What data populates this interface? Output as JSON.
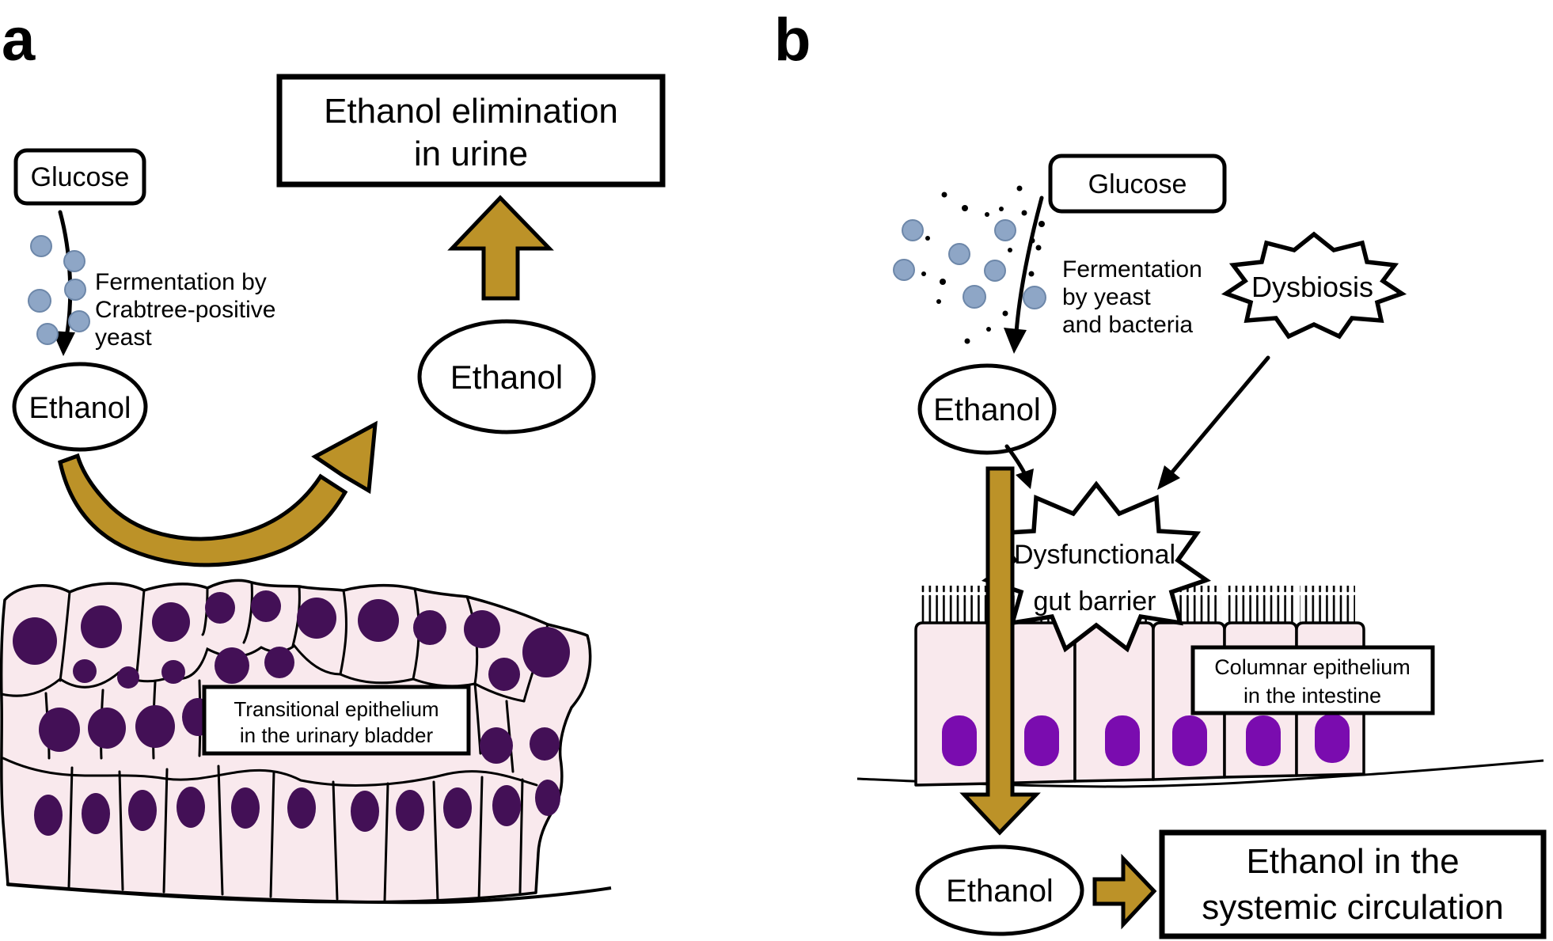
{
  "colors": {
    "gold": "#bc9228",
    "cell_fill": "#f9e9ed",
    "nucleus_a": "#431056",
    "nucleus_b": "#7a0caf",
    "glucose_dot": "#8ea6c6",
    "outline": "#000000"
  },
  "panel_a": {
    "panel_letter": "a",
    "glucose_label": "Glucose",
    "elimination_line1": "Ethanol elimination",
    "elimination_line2": "in urine",
    "fermentation_line1": "Fermentation by",
    "fermentation_line2": "Crabtree-positive",
    "fermentation_line3": "yeast",
    "ethanol_product_label": "Ethanol",
    "ethanol_excreted_label": "Ethanol",
    "tissue_line1": "Transitional epithelium",
    "tissue_line2": "in the urinary bladder"
  },
  "panel_b": {
    "panel_letter": "b",
    "glucose_label": "Glucose",
    "fermentation_line1": "Fermentation",
    "fermentation_line2": "by yeast",
    "fermentation_line3": "and bacteria",
    "dysbiosis_label": "Dysbiosis",
    "ethanol_gut_label": "Ethanol",
    "barrier_line1": "Dysfunctional",
    "barrier_line2": "gut barrier",
    "tissue_line1": "Columnar epithelium",
    "tissue_line2": "in the intestine",
    "ethanol_blood_label": "Ethanol",
    "systemic_line1": "Ethanol in the",
    "systemic_line2": "systemic circulation"
  }
}
